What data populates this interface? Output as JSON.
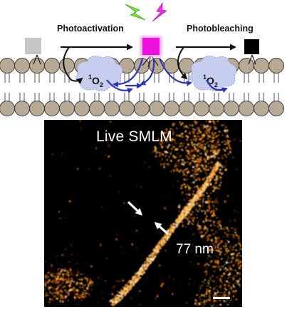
{
  "scheme": {
    "step_labels": {
      "activation": "Photoactivation",
      "bleaching": "Photobleaching"
    },
    "ros_species": {
      "superscript": "1",
      "formula": "O",
      "subscript": "2"
    },
    "colors": {
      "probe_inactive": "#c6c6c6",
      "probe_active": "#ee11dd",
      "probe_glow": "#f9b8ef",
      "probe_bleached": "#000000",
      "lipid_head": "#b8a995",
      "ros_cloud": "#c7cdef",
      "energy_transfer_arrow": "#2b34b8",
      "lightning_green": "#6ee63a",
      "lightning_magenta": "#ee2fe6"
    }
  },
  "microscopy": {
    "title": "Live SMLM",
    "feature_width_label": "77 nm",
    "colormap": [
      "#000000",
      "#6b1f00",
      "#d96a06",
      "#ffb43a",
      "#fff1c8"
    ]
  }
}
